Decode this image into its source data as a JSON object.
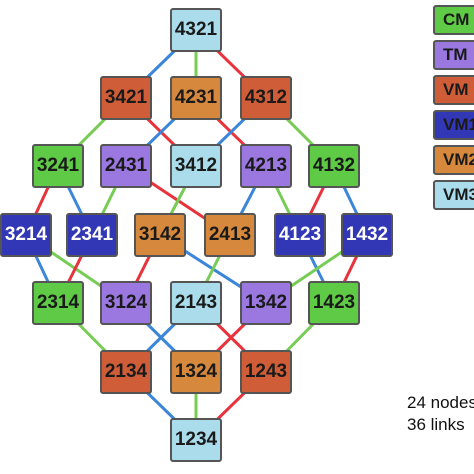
{
  "legend": [
    {
      "label": "CM",
      "color": "#5fca46"
    },
    {
      "label": "TM",
      "color": "#9a78e0"
    },
    {
      "label": "VM",
      "color": "#cf5e38"
    },
    {
      "label": "VM1",
      "color": "#3237b5"
    },
    {
      "label": "VM2",
      "color": "#d6893c"
    },
    {
      "label": "VM3",
      "color": "#aadcec"
    }
  ],
  "link_colors": {
    "red": "#e8333c",
    "green": "#77cc55",
    "blue": "#3b86d8"
  },
  "nodes": [
    {
      "id": "4321",
      "type": "VM3"
    },
    {
      "id": "3421",
      "type": "VM"
    },
    {
      "id": "4231",
      "type": "VM2"
    },
    {
      "id": "4312",
      "type": "VM"
    },
    {
      "id": "3241",
      "type": "CM"
    },
    {
      "id": "2431",
      "type": "TM"
    },
    {
      "id": "3412",
      "type": "VM3"
    },
    {
      "id": "4213",
      "type": "TM"
    },
    {
      "id": "4132",
      "type": "CM"
    },
    {
      "id": "3214",
      "type": "VM1"
    },
    {
      "id": "2341",
      "type": "VM1"
    },
    {
      "id": "3142",
      "type": "VM2"
    },
    {
      "id": "2413",
      "type": "VM2"
    },
    {
      "id": "4123",
      "type": "VM1"
    },
    {
      "id": "1432",
      "type": "VM1"
    },
    {
      "id": "2314",
      "type": "CM"
    },
    {
      "id": "3124",
      "type": "TM"
    },
    {
      "id": "2143",
      "type": "VM3"
    },
    {
      "id": "1342",
      "type": "TM"
    },
    {
      "id": "1423",
      "type": "CM"
    },
    {
      "id": "2134",
      "type": "VM"
    },
    {
      "id": "1324",
      "type": "VM2"
    },
    {
      "id": "1243",
      "type": "VM"
    },
    {
      "id": "1234",
      "type": "VM3"
    }
  ],
  "links": [
    {
      "from": "4321",
      "to": "3421",
      "color": "blue"
    },
    {
      "from": "4321",
      "to": "4231",
      "color": "green"
    },
    {
      "from": "4321",
      "to": "4312",
      "color": "red"
    },
    {
      "from": "3421",
      "to": "3241",
      "color": "green"
    },
    {
      "from": "3421",
      "to": "3412",
      "color": "red"
    },
    {
      "from": "4231",
      "to": "2431",
      "color": "blue"
    },
    {
      "from": "4231",
      "to": "4213",
      "color": "red"
    },
    {
      "from": "4312",
      "to": "3412",
      "color": "blue"
    },
    {
      "from": "4312",
      "to": "4132",
      "color": "green"
    },
    {
      "from": "3241",
      "to": "3214",
      "color": "red"
    },
    {
      "from": "3241",
      "to": "2341",
      "color": "blue"
    },
    {
      "from": "2431",
      "to": "2341",
      "color": "green"
    },
    {
      "from": "2431",
      "to": "2413",
      "color": "red"
    },
    {
      "from": "3412",
      "to": "3142",
      "color": "green"
    },
    {
      "from": "4213",
      "to": "2413",
      "color": "blue"
    },
    {
      "from": "4213",
      "to": "4123",
      "color": "green"
    },
    {
      "from": "4132",
      "to": "1432",
      "color": "blue"
    },
    {
      "from": "4132",
      "to": "4123",
      "color": "red"
    },
    {
      "from": "3214",
      "to": "2314",
      "color": "blue"
    },
    {
      "from": "3214",
      "to": "3124",
      "color": "green"
    },
    {
      "from": "2341",
      "to": "2314",
      "color": "red"
    },
    {
      "from": "3142",
      "to": "3124",
      "color": "red"
    },
    {
      "from": "3142",
      "to": "1342",
      "color": "blue"
    },
    {
      "from": "2413",
      "to": "2143",
      "color": "green"
    },
    {
      "from": "4123",
      "to": "1423",
      "color": "blue"
    },
    {
      "from": "1432",
      "to": "1423",
      "color": "red"
    },
    {
      "from": "1432",
      "to": "1342",
      "color": "green"
    },
    {
      "from": "2314",
      "to": "2134",
      "color": "green"
    },
    {
      "from": "3124",
      "to": "1324",
      "color": "blue"
    },
    {
      "from": "2143",
      "to": "2134",
      "color": "blue"
    },
    {
      "from": "2143",
      "to": "1243",
      "color": "red"
    },
    {
      "from": "1342",
      "to": "1324",
      "color": "red"
    },
    {
      "from": "1423",
      "to": "1243",
      "color": "green"
    },
    {
      "from": "2134",
      "to": "1234",
      "color": "blue"
    },
    {
      "from": "1324",
      "to": "1234",
      "color": "green"
    },
    {
      "from": "1243",
      "to": "1234",
      "color": "red"
    }
  ],
  "stats": {
    "nodes_text": "24 nodes",
    "links_text": "36 links"
  }
}
